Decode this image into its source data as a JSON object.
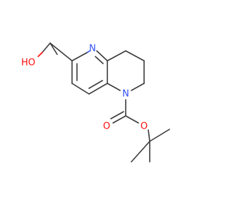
{
  "colors": {
    "carbon_bond": "#3a3a3a",
    "nitrogen": "#3050f8",
    "oxygen": "#ff0d0d"
  },
  "atoms": {
    "hydroxyl": "HO",
    "ring_nitrogen_top": "N",
    "ring_nitrogen_carbamate": "N",
    "carbonyl_oxygen": "O",
    "ester_oxygen": "O"
  }
}
